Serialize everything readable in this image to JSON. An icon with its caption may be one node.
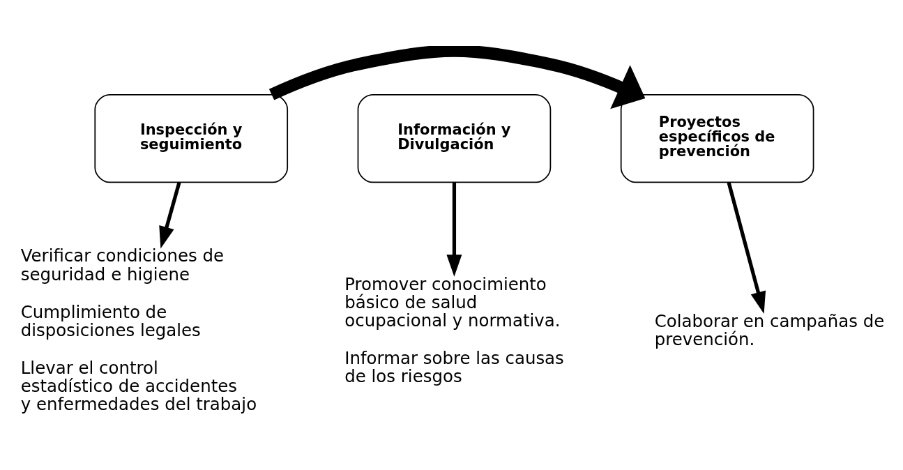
{
  "diagram": {
    "nodes": [
      {
        "text": [
          "Inspección y seguimiento"
        ]
      },
      {
        "text": [
          "Información y Divulgación"
        ]
      },
      {
        "text": [
          "Proyectos específicos de prevención"
        ]
      },
      {
        "text": [
          "Verificar condiciones de seguridad e higiene",
          "Cumplimiento de disposiciones legales",
          "Llevar el control estadístico de accidentes y enfermedades del trabajo"
        ]
      },
      {
        "text": [
          "Promover conocimiento básico de salud ocupacional y normativa.",
          "Informar sobre las causas de los riesgos"
        ]
      },
      {
        "text": [
          "Colaborar en campañas de prevención."
        ]
      }
    ],
    "edges": [
      {
        "from": 0,
        "to": 2,
        "arrow": "to",
        "style": "thick"
      },
      {
        "from": 0,
        "to": 3,
        "arrow": "to"
      },
      {
        "from": 1,
        "to": 4,
        "arrow": "to"
      },
      {
        "from": 2,
        "to": 5,
        "arrow": "to"
      }
    ]
  }
}
